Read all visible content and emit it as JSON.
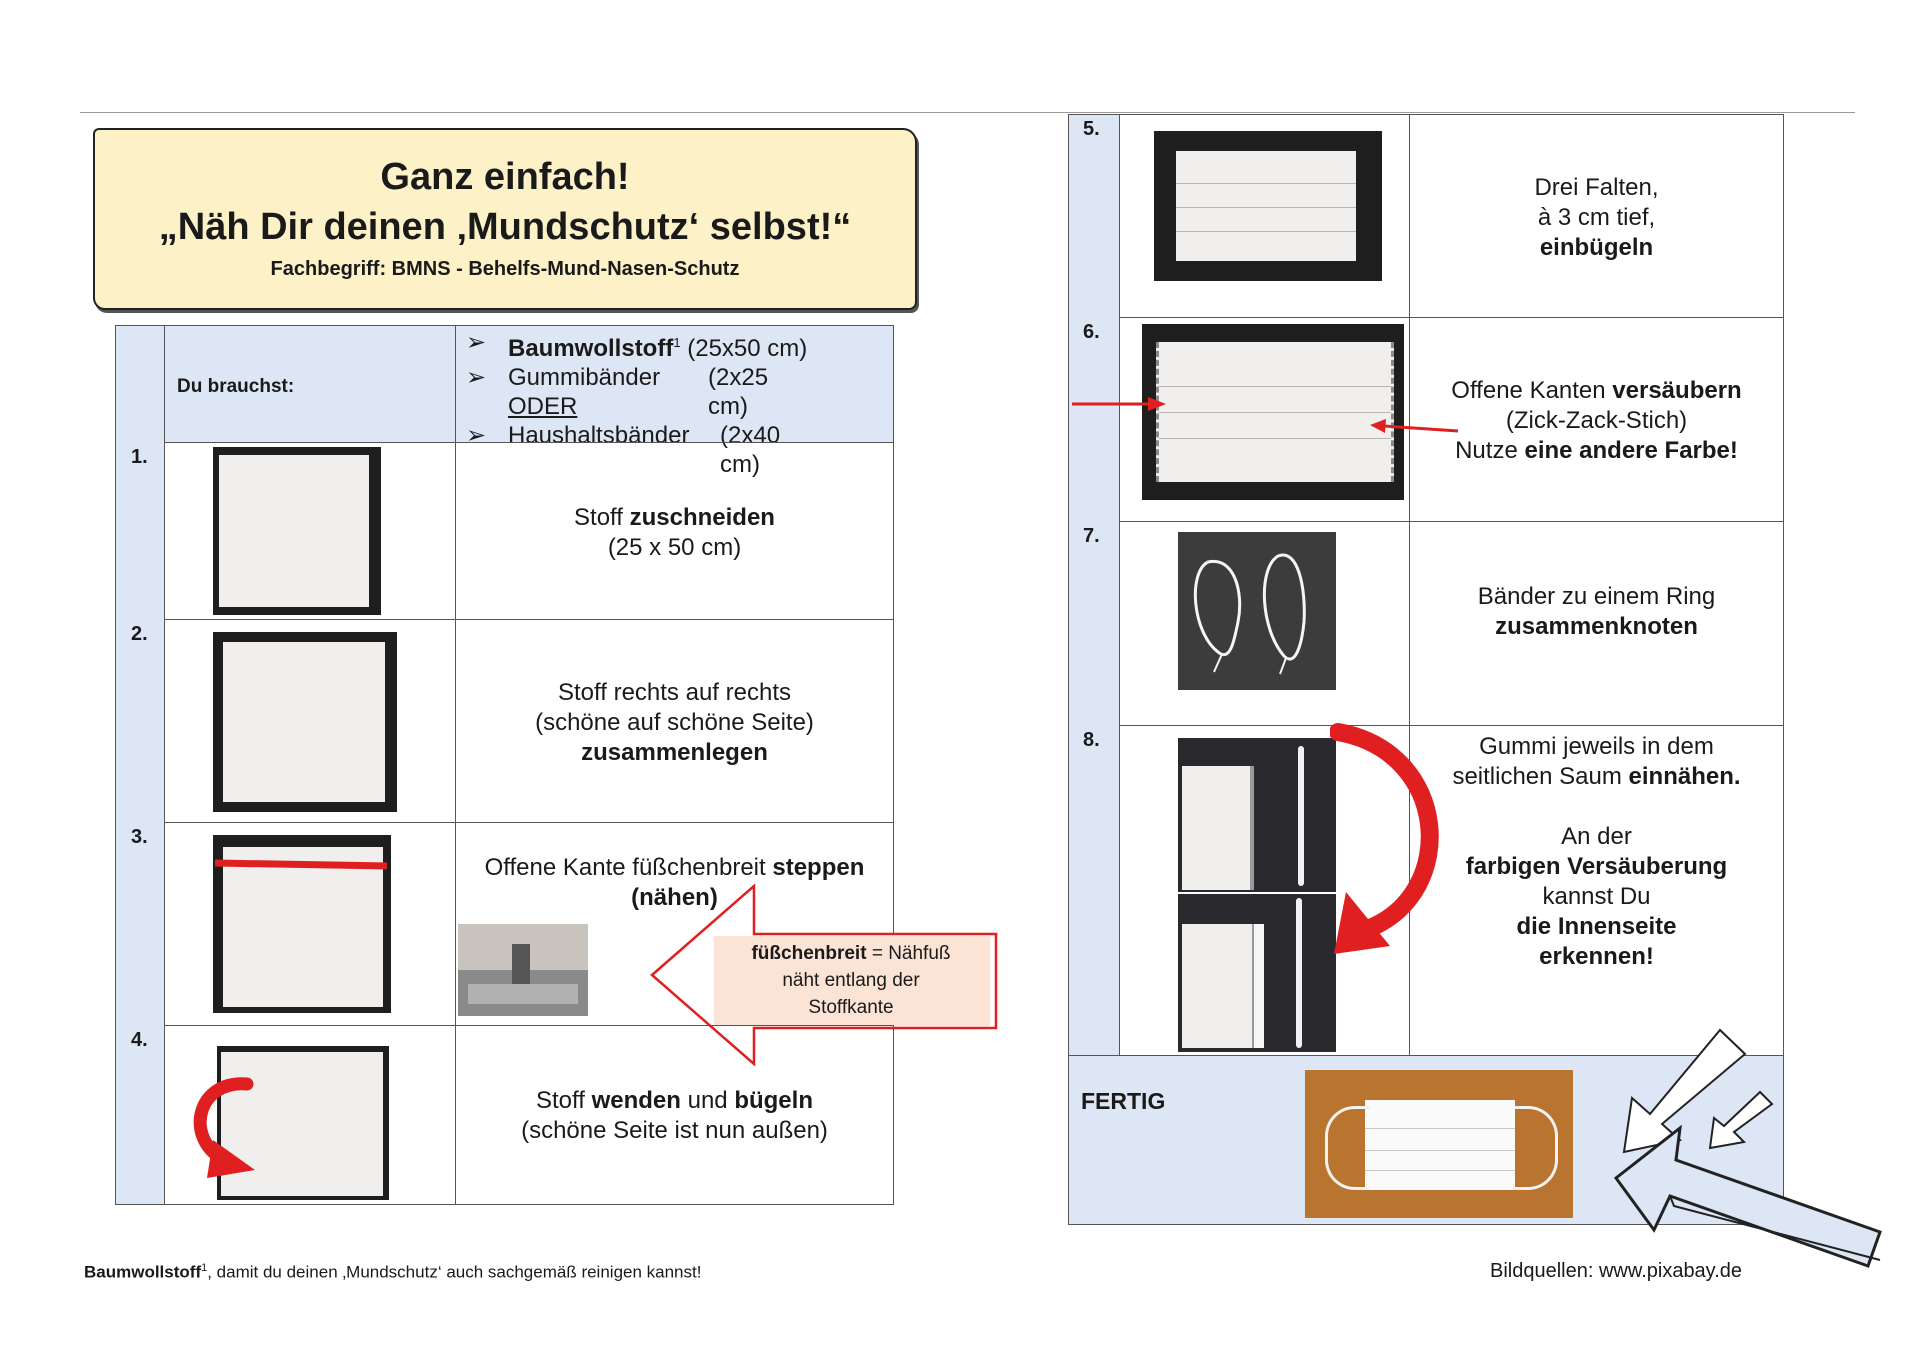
{
  "header": {
    "title_line1": "Ganz einfach!",
    "title_line2": "„Näh Dir deinen ‚Mundschutz‘ selbst!“",
    "subtitle": "Fachbegriff: BMNS - Behelfs-Mund-Nasen-Schutz"
  },
  "materials": {
    "label": "Du brauchst:",
    "items": [
      {
        "name": "Baumwollstoff",
        "sup": "1",
        "size": "(25x50 cm)"
      },
      {
        "name": "Gummibänder",
        "size": "(2x25 cm)"
      },
      {
        "name": "ODER"
      },
      {
        "name": "Haushaltsbänder",
        "size": "(2x40 cm)"
      }
    ]
  },
  "steps": [
    {
      "num": "1.",
      "lines": [
        [
          "Stoff ",
          "zuschneiden"
        ],
        [
          "(25 x 50 cm)",
          ""
        ]
      ]
    },
    {
      "num": "2.",
      "lines": [
        [
          "Stoff rechts auf rechts",
          ""
        ],
        [
          "(schöne auf schöne Seite)",
          ""
        ],
        [
          "",
          "zusammenlegen"
        ]
      ]
    },
    {
      "num": "3.",
      "lines": [
        [
          "Offene Kante füßchenbreit ",
          "steppen"
        ],
        [
          "",
          "(nähen)"
        ]
      ]
    },
    {
      "num": "4.",
      "lines": [
        [
          "Stoff ",
          "wenden"
        ],
        [
          " und ",
          "bügeln"
        ],
        [
          "(schöne Seite ist nun außen)",
          ""
        ]
      ]
    },
    {
      "num": "5.",
      "lines": [
        [
          "Drei Falten,",
          ""
        ],
        [
          "à 3 cm tief,",
          ""
        ],
        [
          "",
          "einbügeln"
        ]
      ]
    },
    {
      "num": "6.",
      "lines": [
        [
          "Offene Kanten ",
          "versäubern"
        ],
        [
          "(Zick-Zack-Stich)",
          ""
        ],
        [
          "Nutze ",
          "eine andere Farbe!"
        ]
      ]
    },
    {
      "num": "7.",
      "lines": [
        [
          "Bänder zu einem Ring",
          ""
        ],
        [
          "",
          "zusammenknoten"
        ]
      ]
    },
    {
      "num": "8.",
      "lines": [
        [
          "Gummi jeweils in dem",
          ""
        ],
        [
          "seitlichen Saum ",
          "einnähen."
        ],
        [
          "",
          ""
        ],
        [
          "An der",
          ""
        ],
        [
          "",
          "farbigen Versäuberung"
        ],
        [
          "kannst Du",
          ""
        ],
        [
          "",
          "die Innenseite"
        ],
        [
          "",
          "erkennen!"
        ]
      ]
    }
  ],
  "callout": {
    "bold": "füßchenbreit",
    "rest1": " = Nähfuß",
    "rest2": "näht entlang der",
    "rest3": "Stoffkante"
  },
  "finish_label": "FERTIG",
  "footer": {
    "left_bold": "Baumwollstoff",
    "left_sup": "1",
    "left_rest": ", damit du deinen ‚Mundschutz‘ auch sachgemäß reinigen kannst!",
    "right": "Bildquellen: www.pixabay.de"
  },
  "colors": {
    "header_bg": "#fdf1c8",
    "table_tint": "#dde6f5",
    "arrow_red": "#e02020",
    "callout_bg": "#fbe3d5"
  }
}
